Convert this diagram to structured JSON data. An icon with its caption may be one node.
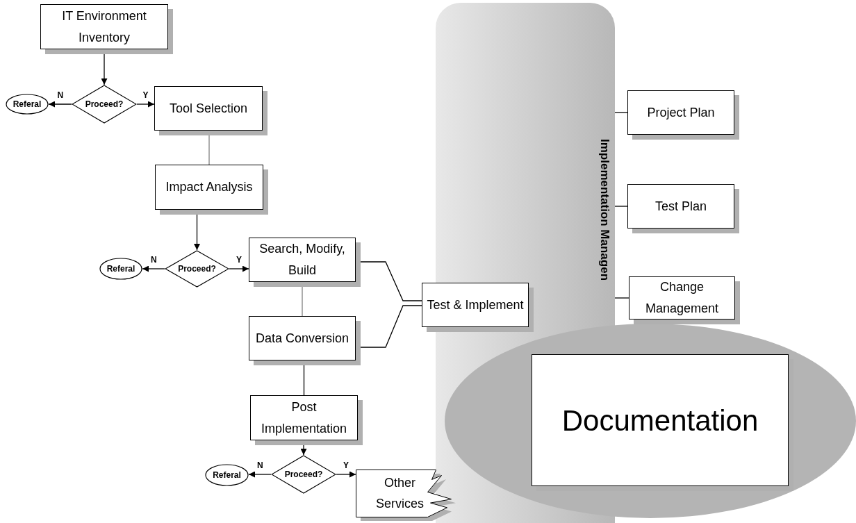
{
  "diagram": {
    "nodes": [
      {
        "text": [
          "IT Environment Inventory"
        ]
      },
      {
        "text": [
          "Proceed?"
        ]
      },
      {
        "text": [
          "Referal"
        ]
      },
      {
        "text": [
          "Tool Selection"
        ]
      },
      {
        "text": [
          "Impact Analysis"
        ]
      },
      {
        "text": [
          "Proceed?"
        ]
      },
      {
        "text": [
          "Referal"
        ]
      },
      {
        "text": [
          "Search, Modify, Build"
        ]
      },
      {
        "text": [
          "Data Conversion"
        ]
      },
      {
        "text": [
          "Test & Implement"
        ]
      },
      {
        "text": [
          "Post Implementation"
        ]
      },
      {
        "text": [
          "Proceed?"
        ]
      },
      {
        "text": [
          "Referal"
        ]
      },
      {
        "text": [
          "Other Services"
        ]
      },
      {
        "text": [
          "Implementation Managen"
        ]
      },
      {
        "text": [
          "Project Plan"
        ]
      },
      {
        "text": [
          "Test Plan"
        ]
      },
      {
        "text": [
          "Change Management"
        ]
      },
      {
        "text": [
          "Documentation"
        ]
      }
    ],
    "edges": [
      {
        "from": 0,
        "to": 1,
        "arrow": "to"
      },
      {
        "from": 1,
        "to": 2,
        "arrow": "to",
        "label": "N"
      },
      {
        "from": 1,
        "to": 3,
        "arrow": "to",
        "label": "Y"
      },
      {
        "from": 3,
        "to": 4,
        "arrow": "none",
        "color": "#808080"
      },
      {
        "from": 4,
        "to": 5,
        "arrow": "to"
      },
      {
        "from": 5,
        "to": 6,
        "arrow": "to",
        "label": "N"
      },
      {
        "from": 5,
        "to": 7,
        "arrow": "to",
        "label": "Y"
      },
      {
        "from": 7,
        "to": 8,
        "arrow": "none",
        "color": "#808080"
      },
      {
        "from": 7,
        "to": 9,
        "arrow": "none"
      },
      {
        "from": 8,
        "to": 9,
        "arrow": "none"
      },
      {
        "from": 8,
        "to": 10,
        "arrow": "none"
      },
      {
        "from": 10,
        "to": 11,
        "arrow": "to"
      },
      {
        "from": 11,
        "to": 12,
        "arrow": "to",
        "label": "N"
      },
      {
        "from": 11,
        "to": 13,
        "arrow": "to",
        "label": "Y"
      },
      {
        "from": 14,
        "to": 15,
        "arrow": "none"
      },
      {
        "from": 14,
        "to": 16,
        "arrow": "none"
      },
      {
        "from": 14,
        "to": 17,
        "arrow": "none"
      }
    ]
  }
}
